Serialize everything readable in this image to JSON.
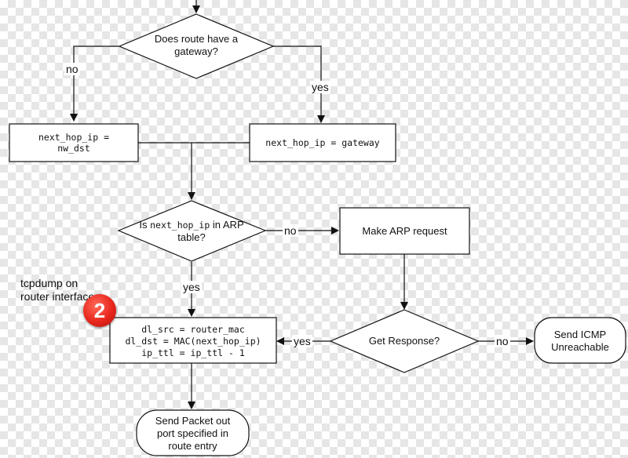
{
  "nodes": {
    "gateway_decision": "Does route have a gateway?",
    "next_hop_nw_dst": "next_hop_ip = nw_dst",
    "next_hop_gateway": "next_hop_ip = gateway",
    "arp_decision_pre": "Is ",
    "arp_decision_code": "next_hop_ip",
    "arp_decision_post": " in ARP table?",
    "make_arp": "Make ARP request",
    "get_response": "Get Response?",
    "send_icmp": "Send ICMP Unreachable",
    "rewrite_line1": "dl_src = router_mac",
    "rewrite_line2": "dl_dst = MAC(next_hop_ip)",
    "rewrite_line3": "ip_ttl = ip_ttl - 1",
    "send_packet": "Send Packet out port specified in route entry"
  },
  "edges": {
    "gw_no": "no",
    "gw_yes": "yes",
    "arp_no": "no",
    "arp_yes": "yes",
    "resp_yes": "yes",
    "resp_no": "no"
  },
  "annotation": {
    "note": "tcpdump on router interfaces",
    "badge": "2"
  },
  "colors": {
    "line": "#111111",
    "box_fill": "#ffffff",
    "badge": "#e8261c"
  }
}
